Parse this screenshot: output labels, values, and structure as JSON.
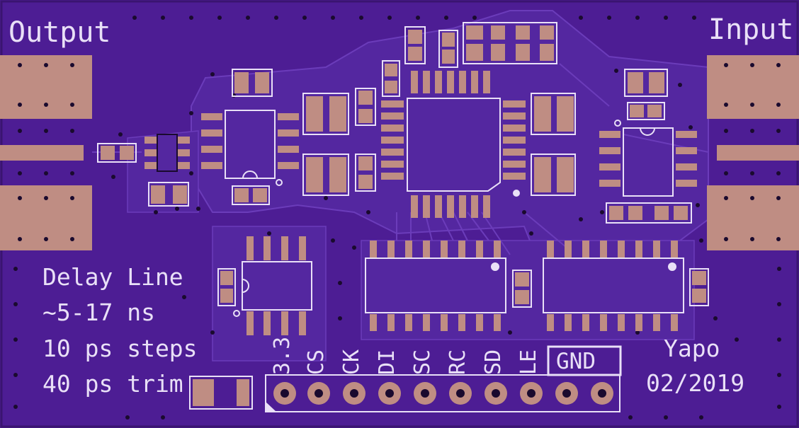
{
  "board": {
    "colors": {
      "substrate": "#4d1d94",
      "copper": "#5a2aa8",
      "pad": "#bf8d83",
      "silkscreen": "#e9e0f7",
      "drill": "#1a0a2e"
    }
  },
  "labels": {
    "output": "Output",
    "input": "Input",
    "title_lines": [
      "Delay Line",
      "~5-17 ns",
      "10 ps steps",
      "40 ps trim"
    ],
    "author": "Yapo",
    "date": "02/2019"
  },
  "header": {
    "pins": [
      "3.3",
      "CS",
      "CK",
      "DI",
      "SC",
      "RC",
      "SD",
      "LE"
    ],
    "gnd_label": "GND"
  }
}
